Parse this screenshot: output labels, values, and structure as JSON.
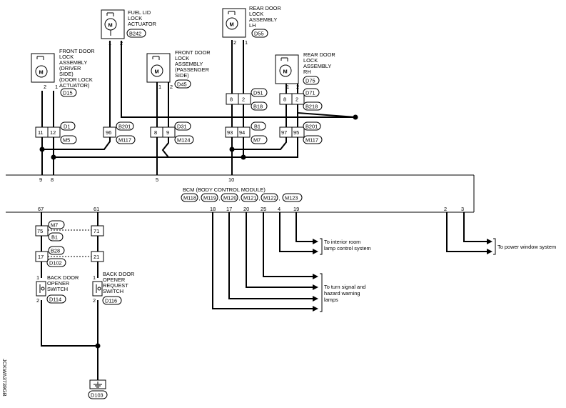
{
  "bcm": {
    "title": "BCM (BODY CONTROL MODULE)",
    "connectors": [
      "M118",
      "M119",
      "M120",
      "M121",
      "M122",
      "M123"
    ],
    "separator": ",",
    "top_pins": [
      "9",
      "8",
      "5",
      "10"
    ],
    "bottom_pins": [
      "67",
      "61",
      "18",
      "17",
      "20",
      "25",
      "4",
      "19",
      "2",
      "3"
    ]
  },
  "components": {
    "front_door_driver": {
      "lines": [
        "FRONT DOOR",
        "LOCK",
        "ASSEMBLY",
        "(DRIVER",
        "SIDE)",
        "(DOOR LOCK",
        "ACTUATOR)"
      ],
      "connector": "D15",
      "pins": [
        "2",
        "1"
      ]
    },
    "fuel_lid": {
      "lines": [
        "FUEL LID",
        "LOCK",
        "ACTUATOR"
      ],
      "connector": "B242",
      "pins": [
        "1",
        "2"
      ]
    },
    "front_door_passenger": {
      "lines": [
        "FRONT DOOR",
        "LOCK",
        "ASSEMBLY",
        "(PASSENGER",
        "SIDE)"
      ],
      "connector": "D45",
      "pins": [
        "1",
        "2"
      ]
    },
    "rear_door_lh": {
      "lines": [
        "REAR DOOR",
        "LOCK",
        "ASSEMBLY",
        "LH"
      ],
      "connector": "D55",
      "pins": [
        "2",
        "1"
      ]
    },
    "rear_door_rh": {
      "lines": [
        "REAR DOOR",
        "LOCK",
        "ASSEMBLY",
        "RH"
      ],
      "connector": "D75",
      "pins": [
        "1",
        "2"
      ]
    },
    "back_door_opener_switch": {
      "lines": [
        "BACK DOOR",
        "OPENER",
        "SWITCH"
      ],
      "connector": "D114",
      "pins": [
        "1",
        "2"
      ]
    },
    "back_door_opener_request_switch": {
      "lines": [
        "BACK DOOR",
        "OPENER",
        "REQUEST",
        "SWITCH"
      ],
      "connector": "D116",
      "pins": [
        "1",
        "2"
      ]
    },
    "ground": {
      "connector": "D103"
    }
  },
  "connectors": {
    "d1_m5": {
      "upper": "D1",
      "lower": "M5",
      "pins": [
        "11",
        "12"
      ]
    },
    "b201_m117_left": {
      "upper": "B201",
      "lower": "M117",
      "pins": [
        "96"
      ]
    },
    "d31_m124": {
      "upper": "D31",
      "lower": "M124",
      "pins": [
        "8",
        "9"
      ]
    },
    "d51_b18": {
      "upper": "D51",
      "lower": "B18",
      "pins": [
        "8",
        "2"
      ]
    },
    "b1_m7": {
      "upper": "B1",
      "lower": "M7",
      "pins": [
        "93",
        "94"
      ]
    },
    "d71_b218": {
      "upper": "D71",
      "lower": "B218",
      "pins": [
        "8",
        "2"
      ]
    },
    "b201_m117_right": {
      "upper": "B201",
      "lower": "M117",
      "pins": [
        "97",
        "95"
      ]
    },
    "m7_b1": {
      "upper": "M7",
      "lower": "B1",
      "pins": [
        "75",
        "71"
      ]
    },
    "b28_d102": {
      "upper": "B28",
      "lower": "D102",
      "pins": [
        "17",
        "21"
      ]
    }
  },
  "destinations": {
    "interior_lamp": [
      "To interior room",
      "lamp control system"
    ],
    "turn_signal": [
      "To turn signal and",
      "hazard warning",
      "lamps"
    ],
    "power_window": [
      "To power window system"
    ]
  },
  "figure_id": "JCKWA3739GB"
}
